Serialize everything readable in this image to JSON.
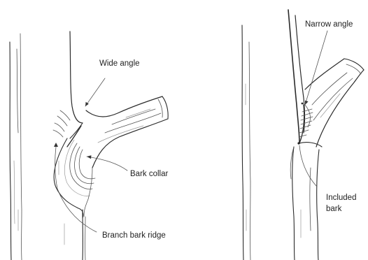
{
  "labels": {
    "wide_angle": "Wide angle",
    "bark_collar": "Bark collar",
    "branch_bark_ridge": "Branch bark ridge",
    "narrow_angle": "Narrow angle",
    "included_line1": "Included",
    "included_line2": "bark"
  }
}
